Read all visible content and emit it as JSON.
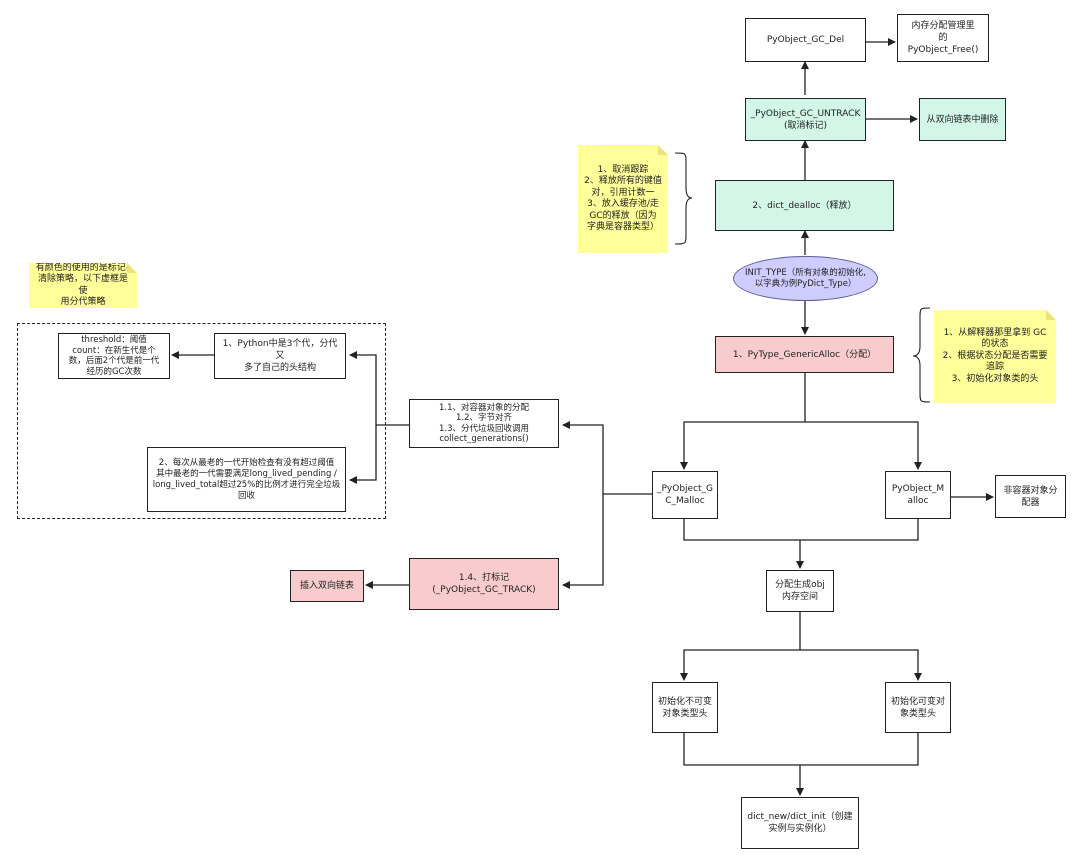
{
  "nodes": {
    "gc_del": "PyObject_GC_Del",
    "mem_free": "内存分配管理里\n的\nPyObject_Free()",
    "untrack": "_PyObject_GC_UNTRACK\n(取消标记)",
    "remove_list": "从双向链表中删除",
    "dealloc": "2、dict_dealloc（释放）",
    "init_type": "INIT_TYPE（所有对象的初始化,\n以字典为例PyDict_Type）",
    "generic_alloc": "1、PyType_GenericAlloc（分配）",
    "gc_malloc": "_PyObject_G\nC_Malloc",
    "obj_malloc": "PyObject_M\nalloc",
    "non_container": "非容器对象分\n配器",
    "alloc_obj": "分配生成obj\n内存空间",
    "init_immutable": "初始化不可变\n对象类型头",
    "init_mutable": "初始化可变对\n象类型头",
    "dict_new": "dict_new/dict_init（创建\n实例与实例化）",
    "container_alloc": "1.1、对容器对象的分配\n1.2、字节对齐\n1.3、分代垃圾回收调用\ncollect_generations()",
    "gc_track": "1.4、打标记\n(_PyObject_GC_TRACK)",
    "insert_list": "插入双向链表",
    "three_gen": "1、Python中是3个代，分代又\n多了自己的头结构",
    "threshold": "threshold：阈值\ncount：在新生代是个\n数，后面2个代是前一代\n经历的GC次数",
    "check_gen": "2、每次从最老的一代开始检查有没有超过阈值\n其中最老的一代需要满足long_lived_pending /\nlong_lived_total超过25%的比例才进行完全垃圾\n回收"
  },
  "notes": {
    "dealloc_note": "1、取消跟踪\n2、释放所有的键值\n对，引用计数一\n3、放入缓存池/走\nGC的释放（因为\n字典是容器类型）",
    "alloc_note": "1、从解释器那里拿到 GC\n的状态\n2、根据状态分配是否需要\n追踪\n3、初始化对象类的头",
    "color_note": "有颜色的使用的是标记–\n清除策略，以下虚框是使\n用分代策略"
  },
  "colors": {
    "green": "#d2f7e8",
    "pink": "#f8cccc",
    "ellipse": "#cfccff",
    "note": "#ffff99"
  }
}
